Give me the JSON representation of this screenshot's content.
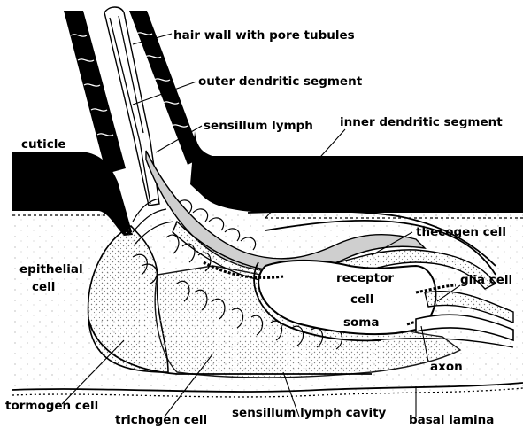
{
  "figure": {
    "labels": {
      "hair_wall": "hair wall with pore tubules",
      "outer_dendritic": "outer dendritic segment",
      "sensillum_lymph": "sensillum lymph",
      "inner_dendritic": "inner dendritic segment",
      "cuticle": "cuticle",
      "thecogen": "thecogen cell",
      "epithelial_1": "epithelial",
      "epithelial_2": "cell",
      "receptor_1": "receptor",
      "receptor_2": "cell",
      "receptor_3": "soma",
      "glia": "glia cell",
      "axon": "axon",
      "tormogen": "tormogen cell",
      "trichogen": "trichogen cell",
      "lymph_cavity": "sensillum lymph cavity",
      "basal_lamina": "basal lamina"
    },
    "colors": {
      "ink": "#000000",
      "paper": "#ffffff",
      "stipple": "#9a9a9a"
    }
  }
}
